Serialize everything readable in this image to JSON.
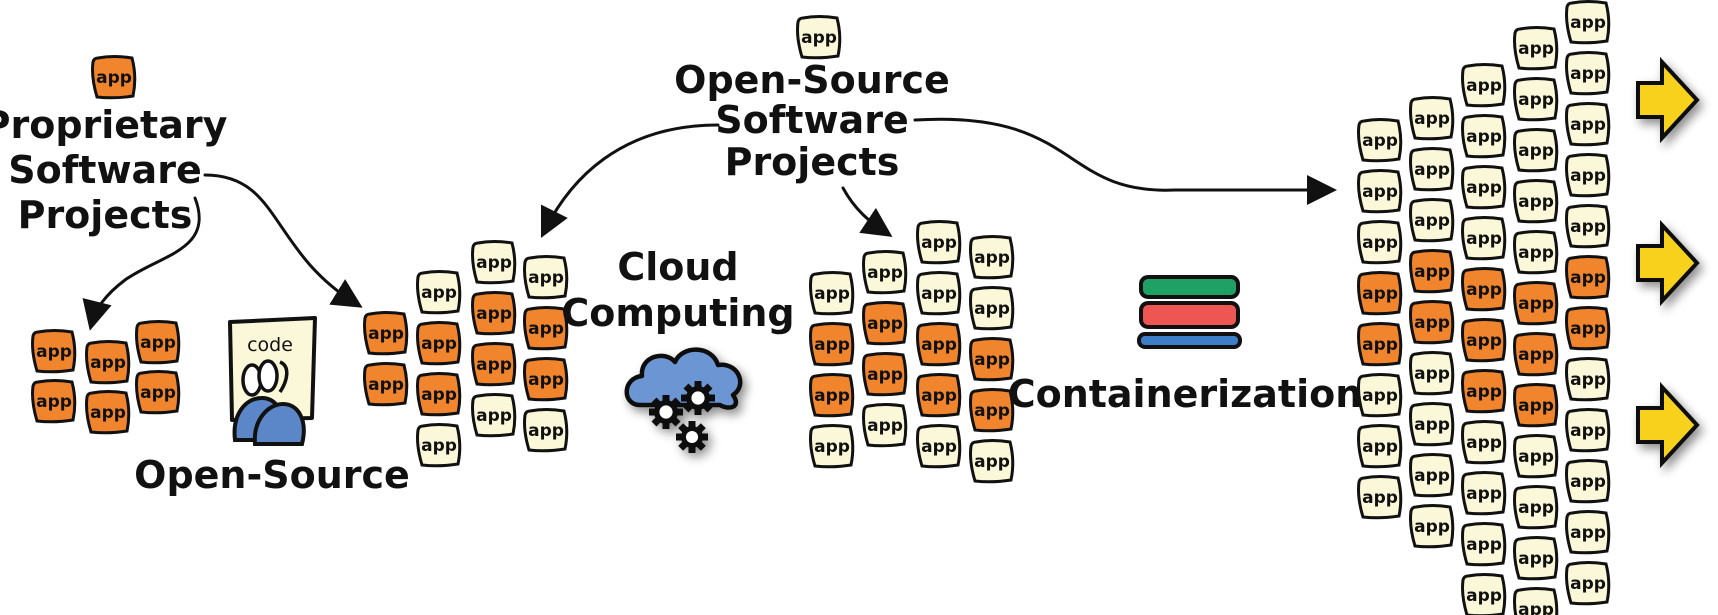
{
  "colors": {
    "app_orange": "#F0852D",
    "app_cream": "#FBF7D9",
    "outline": "#111111",
    "people_blue": "#5B87C8",
    "cloud_blue": "#6C95D3",
    "container_green": "#1FA065",
    "container_red": "#EE5653",
    "container_blue": "#3E7DC7",
    "arrow_yellow": "#F7D11E"
  },
  "app_label": "app",
  "labels": {
    "proprietary": [
      "Proprietary",
      "Software",
      "Projects"
    ],
    "open_source_projects": [
      "Open-Source",
      "Software",
      "Projects"
    ],
    "open_source": "Open-Source",
    "cloud": [
      "Cloud",
      "Computing"
    ],
    "containerization": "Containerization",
    "code_doc": "code"
  },
  "icons": {
    "code_document": "code-document-with-people-icon",
    "cloud": "cloud-with-gears-icon",
    "container": "stacked-containers-icon",
    "output_arrows": "yellow-right-arrow-icon"
  },
  "legend_apps": {
    "proprietary_app": "orange",
    "open_source_app": "cream"
  },
  "groups": {
    "proprietary_cluster": {
      "columns": [
        [
          "orange",
          "orange"
        ],
        [
          "orange",
          "orange"
        ],
        [
          "orange",
          "orange"
        ]
      ]
    },
    "open_source_cluster": {
      "columns": [
        [
          "orange",
          "orange"
        ],
        [
          "cream",
          "orange",
          "orange",
          "cream"
        ],
        [
          "cream",
          "orange",
          "orange",
          "cream"
        ],
        [
          "cream",
          "orange",
          "orange",
          "cream"
        ]
      ]
    },
    "cloud_cluster": {
      "columns": [
        [
          "cream",
          "orange",
          "orange",
          "cream"
        ],
        [
          "cream",
          "orange",
          "orange",
          "cream"
        ],
        [
          "cream",
          "cream",
          "orange",
          "orange",
          "cream"
        ],
        [
          "cream",
          "cream",
          "orange",
          "orange",
          "cream"
        ]
      ]
    },
    "container_cluster": {
      "columns": [
        [
          "cream",
          "cream",
          "cream",
          "orange",
          "orange",
          "cream",
          "cream",
          "cream"
        ],
        [
          "cream",
          "cream",
          "cream",
          "orange",
          "orange",
          "cream",
          "cream",
          "cream",
          "cream"
        ],
        [
          "cream",
          "cream",
          "cream",
          "cream",
          "orange",
          "orange",
          "orange",
          "cream",
          "cream",
          "cream",
          "cream"
        ],
        [
          "cream",
          "cream",
          "cream",
          "cream",
          "cream",
          "orange",
          "orange",
          "orange",
          "cream",
          "cream",
          "cream",
          "cream"
        ],
        [
          "cream",
          "cream",
          "cream",
          "cream",
          "cream",
          "orange",
          "orange",
          "cream",
          "cream",
          "cream",
          "cream",
          "cream"
        ]
      ]
    }
  },
  "output_arrow_count": 3
}
